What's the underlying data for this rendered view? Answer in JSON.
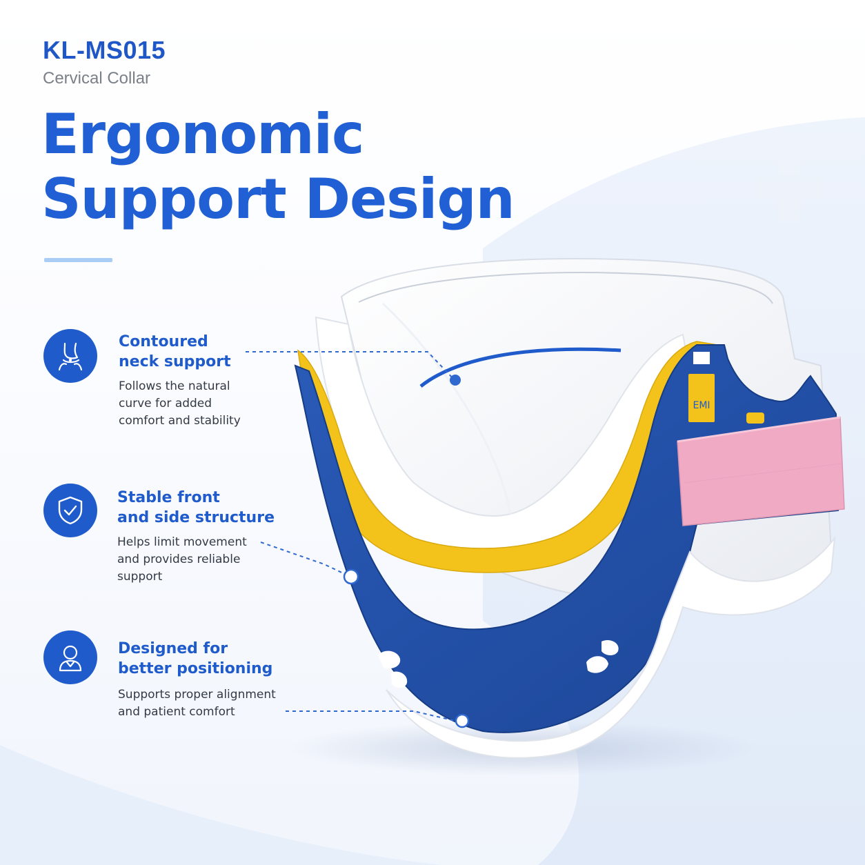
{
  "header": {
    "model": "KL-MS015",
    "product": "Cervical Collar",
    "headline_line1": "Ergonomic",
    "headline_line2": "Support Design"
  },
  "features": [
    {
      "title_line1": "Contoured",
      "title_line2": "neck support",
      "desc_line1": "Follows the natural",
      "desc_line2": "curve for added",
      "desc_line3": "comfort and stability",
      "icon": "neck-icon"
    },
    {
      "title_line1": "Stable front",
      "title_line2": "and side structure",
      "desc_line1": "Helps limit movement",
      "desc_line2": "and provides reliable",
      "desc_line3": "support",
      "icon": "shield-check-icon"
    },
    {
      "title_line1": "Designed for",
      "title_line2": "better positioning",
      "desc_line1": "Supports proper alignment",
      "desc_line2": "and patient comfort",
      "icon": "person-icon"
    }
  ],
  "product_label": "EMI",
  "colors": {
    "brand_blue": "#1f5bcb",
    "collar_blue": "#234fa6",
    "collar_yellow": "#f3c31b",
    "strap_pink": "#f0aac4",
    "accent_light_blue": "#a9cdf5"
  }
}
